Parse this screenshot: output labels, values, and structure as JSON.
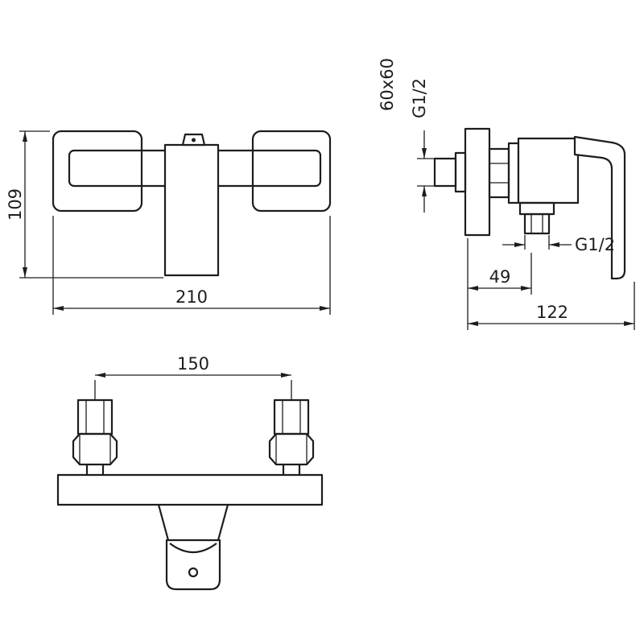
{
  "canvas": {
    "background": "#ffffff",
    "line_color": "#1d1d1d"
  },
  "diagram": {
    "subject": "wall-mounted shower mixer technical drawing",
    "views": {
      "front": {
        "height_dim": "109",
        "width_dim": "210"
      },
      "side": {
        "flange_size": "60x60",
        "inlet_thread": "G1/2",
        "outlet_thread": "G1/2",
        "outlet_offset": "49",
        "total_depth": "122"
      },
      "plan": {
        "inlet_spacing": "150"
      }
    }
  }
}
